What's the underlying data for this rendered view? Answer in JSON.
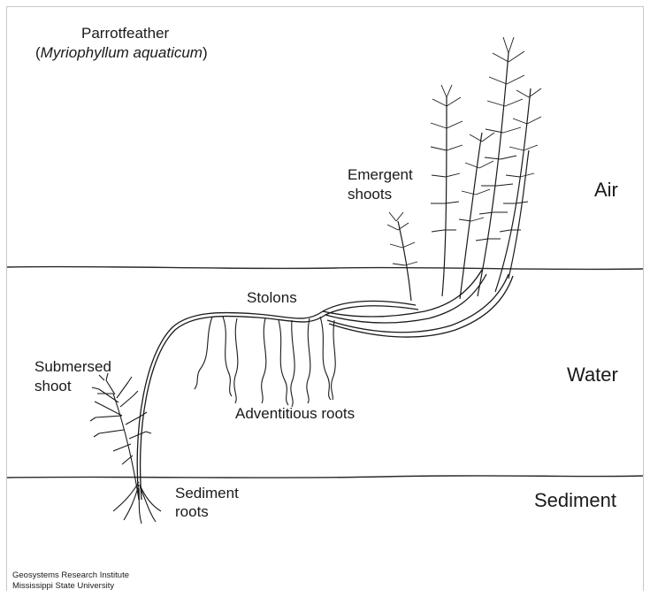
{
  "title": "Parrotfeather",
  "scientific_name": {
    "open": "(",
    "italic": "Myriophyllum aquaticum",
    "close": ")"
  },
  "zones": {
    "air": "Air",
    "water": "Water",
    "sediment": "Sediment"
  },
  "parts": {
    "emergent_line1": "Emergent",
    "emergent_line2": "shoots",
    "stolons": "Stolons",
    "submersed_line1": "Submersed",
    "submersed_line2": "shoot",
    "adventitious": "Adventitious roots",
    "sediment_roots_line1": "Sediment",
    "sediment_roots_line2": "roots"
  },
  "credit": {
    "line1": "Geosystems Research Institute",
    "line2": "Mississippi State University"
  },
  "colors": {
    "ink": "#1a1a1a",
    "frame": "#c8c8c8"
  }
}
